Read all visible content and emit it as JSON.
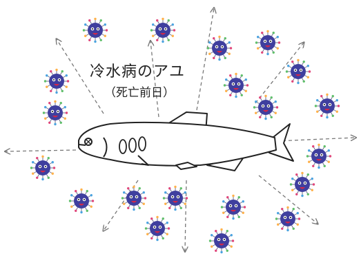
{
  "title": "冷水病のアユ",
  "subtitle": "（死亡前日）",
  "colors": {
    "virus_body": "#3f3f9e",
    "virus_face": "#ffffff",
    "virus_mouth": "#d0284a",
    "spike_colors": [
      "#e0467a",
      "#ffb14a",
      "#5fbf6a",
      "#4aa3e0"
    ],
    "arrow": "#777777",
    "fish_outline": "#222222"
  },
  "icons": {
    "fish": "ayu-fish-icon",
    "virus": "virus-particle-icon",
    "arrow": "dashed-arrow"
  }
}
